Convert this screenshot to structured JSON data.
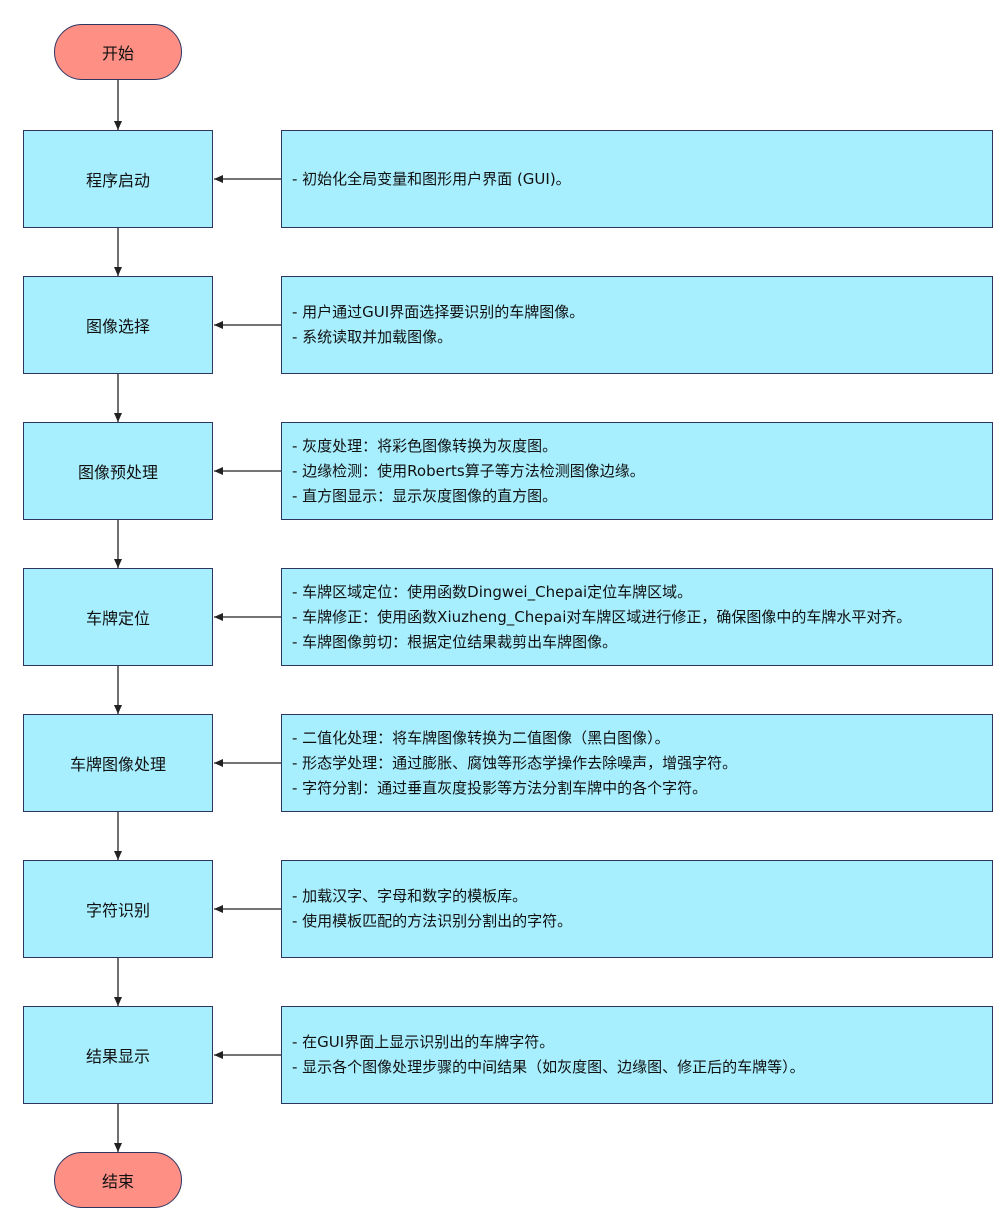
{
  "start": "开始",
  "end": "结束",
  "steps": [
    {
      "label": "程序启动",
      "notes": [
        "- 初始化全局变量和图形用户界面 (GUI)。"
      ]
    },
    {
      "label": "图像选择",
      "notes": [
        "- 用户通过GUI界面选择要识别的车牌图像。",
        "- 系统读取并加载图像。"
      ]
    },
    {
      "label": "图像预处理",
      "notes": [
        "- 灰度处理：将彩色图像转换为灰度图。",
        "- 边缘检测：使用Roberts算子等方法检测图像边缘。",
        "- 直方图显示：显示灰度图像的直方图。"
      ]
    },
    {
      "label": "车牌定位",
      "notes": [
        "- 车牌区域定位：使用函数Dingwei_Chepai定位车牌区域。",
        "- 车牌修正：使用函数Xiuzheng_Chepai对车牌区域进行修正，确保图像中的车牌水平对齐。",
        "- 车牌图像剪切：根据定位结果裁剪出车牌图像。"
      ]
    },
    {
      "label": "车牌图像处理",
      "notes": [
        "- 二值化处理：将车牌图像转换为二值图像（黑白图像）。",
        "- 形态学处理：通过膨胀、腐蚀等形态学操作去除噪声，增强字符。",
        "- 字符分割：通过垂直灰度投影等方法分割车牌中的各个字符。"
      ]
    },
    {
      "label": "字符识别",
      "notes": [
        "- 加载汉字、字母和数字的模板库。",
        "- 使用模板匹配的方法识别分割出的字符。"
      ]
    },
    {
      "label": "结果显示",
      "notes": [
        "- 在GUI界面上显示识别出的车牌字符。",
        "- 显示各个图像处理步骤的中间结果（如灰度图、边缘图、修正后的车牌等）。"
      ]
    }
  ]
}
